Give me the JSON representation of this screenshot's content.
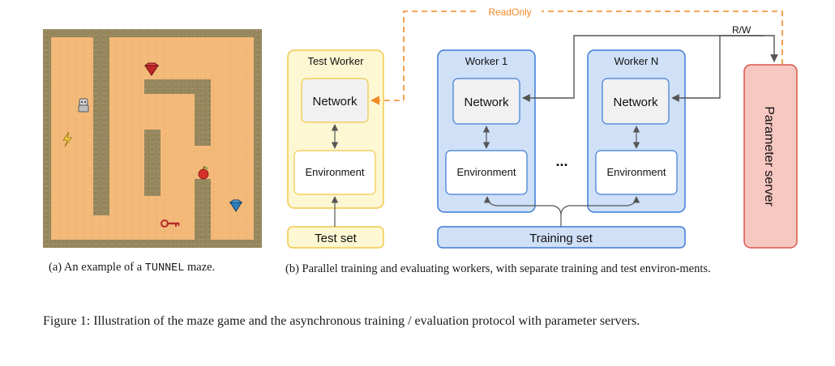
{
  "maze": {
    "items": [
      "gem-red-icon",
      "robot-agent-icon",
      "lightning-icon",
      "apple-icon",
      "gem-blue-icon",
      "key-icon"
    ],
    "colors": {
      "wall": "#8c7c52",
      "floor": "#f3ba7a",
      "grid": "#e7a86a"
    }
  },
  "diagram": {
    "test_worker": {
      "title": "Test Worker",
      "network": "Network",
      "environment": "Environment"
    },
    "worker1": {
      "title": "Worker 1",
      "network": "Network",
      "environment": "Environment"
    },
    "workerN": {
      "title": "Worker N",
      "network": "Network",
      "environment": "Environment"
    },
    "ellipsis": "...",
    "test_set": "Test set",
    "training_set": "Training set",
    "parameter_server": "Parameter server",
    "readonly_label": "ReadOnly",
    "rw_label": "R/W",
    "colors": {
      "yellow_fill": "#fef7d3",
      "yellow_stroke": "#f1c84a",
      "blue_fill": "#cfe0f7",
      "blue_stroke": "#3d7bd6",
      "red_fill": "#f7c7c1",
      "red_stroke": "#d9574a",
      "orange_dash": "#f08a24",
      "arrow_gray": "#555555"
    }
  },
  "captions": {
    "a_prefix": "(a) An example of a ",
    "a_mono": "TUNNEL",
    "a_suffix": " maze.",
    "b": "(b) Parallel training and evaluating workers, with separate training and test environ-ments.",
    "figure": "Figure 1: Illustration of the maze game and the asynchronous training / evaluation protocol with parameter servers."
  }
}
